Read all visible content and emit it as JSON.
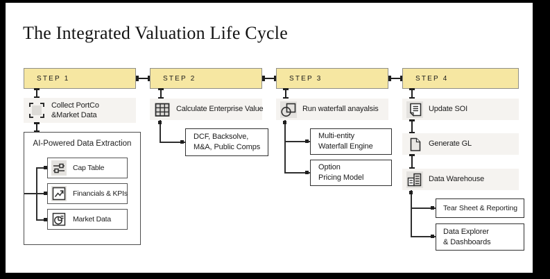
{
  "title": "The Integrated Valuation Life Cycle",
  "colors": {
    "step_fill": "#F6E7A2",
    "step_border": "#908F87",
    "row_fill": "#F5F3F0",
    "connector": "#1F1F1F",
    "text": "#1B1B1B"
  },
  "steps": {
    "step1": {
      "label": "STEP 1",
      "task_icon": "scan-icon",
      "task_line1": "Collect PortCo",
      "task_line2": "&Market Data",
      "group_title": "AI-Powered Data Extraction",
      "item1": {
        "icon": "sliders-icon",
        "label": "Cap Table"
      },
      "item2": {
        "icon": "line-chart-icon",
        "label": "Financials & KPIs"
      },
      "item3": {
        "icon": "pie-chart-icon",
        "label": "Market Data"
      }
    },
    "step2": {
      "label": "STEP 2",
      "task_icon": "table-grid-icon",
      "task": "Calculate Enterprise Value",
      "sub_line1": "DCF, Backsolve,",
      "sub_line2": "M&A, Public Comps"
    },
    "step3": {
      "label": "STEP 3",
      "task_icon": "overlap-shapes-icon",
      "task": "Run waterfall anayalsis",
      "sub1_line1": "Multi-entity",
      "sub1_line2": "Waterfall Engine",
      "sub2_line1": "Option",
      "sub2_line2": "Pricing Model"
    },
    "step4": {
      "label": "STEP 4",
      "task1": {
        "icon": "document-lines-icon",
        "label": "Update SOI"
      },
      "task2": {
        "icon": "page-icon",
        "label": "Generate GL"
      },
      "task3": {
        "icon": "buildings-icon",
        "label": "Data Warehouse"
      },
      "sub1": "Tear Sheet & Reporting",
      "sub2_line1": "Data Explorer",
      "sub2_line2": "& Dashboards"
    }
  }
}
